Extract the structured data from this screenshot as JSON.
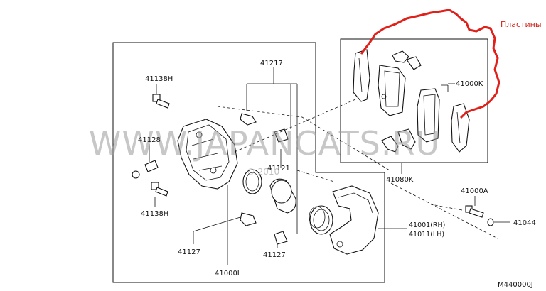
{
  "callouts": {
    "p41217": "41217",
    "p41138h_top": "41138H",
    "p41128": "41128",
    "p41138h_bot": "41138H",
    "p41121": "41121",
    "p41127_left": "41127",
    "p41127_right": "41127",
    "p41000l": "41000L",
    "p41000k": "41000K",
    "p41080k": "41080K",
    "p41000a": "41000A",
    "p41044": "41044",
    "p41001": "41001(RH)",
    "p41011": "41011(LH)"
  },
  "annotation": {
    "text": "Пластины",
    "color": "#d0201a"
  },
  "watermark": {
    "main": "WWW.JAPANCATS.RU",
    "date": "© 2010"
  },
  "diagram_code": "M440000J"
}
